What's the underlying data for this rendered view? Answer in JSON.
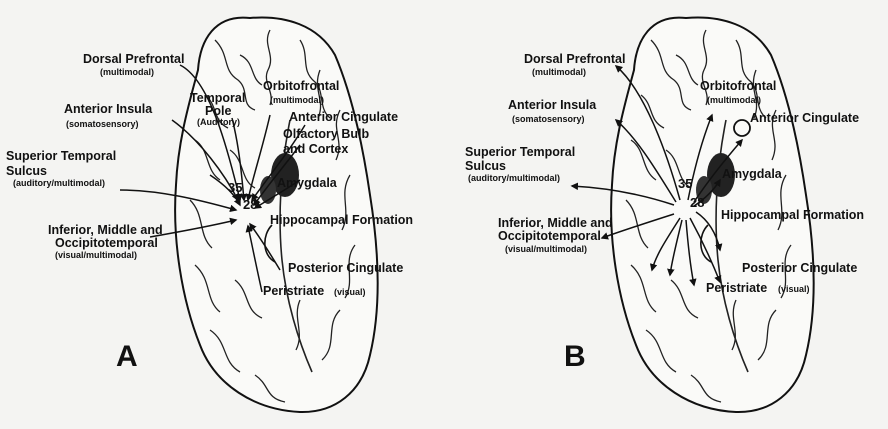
{
  "panels": [
    {
      "letter": "A",
      "labels": {
        "dorsal_prefrontal": "Dorsal Prefrontal",
        "dorsal_prefrontal_sub": "(multimodal)",
        "orbitofrontal": "Orbitofrontal",
        "orbitofrontal_sub": "(multimodal)",
        "temporal": "Temporal",
        "pole": "Pole",
        "temporal_pole_sub": "(Auditory)",
        "anterior_cingulate": "Anterior Cingulate",
        "anterior_insula": "Anterior Insula",
        "anterior_insula_sub": "(somatosensory)",
        "olfactory_bulb": "Olfactory Bulb",
        "and_cortex": "and Cortex",
        "superior_temporal": "Superior Temporal",
        "sulcus": "Sulcus",
        "superior_temporal_sub": "(auditory/multimodal)",
        "amygdala": "Amygdala",
        "area_35": "35",
        "area_28": "28",
        "hippocampal_formation": "Hippocampal Formation",
        "inferior_middle": "Inferior, Middle and",
        "occipitotemporal": "Occipitotemporal",
        "occipitotemporal_sub": "(visual/multimodal)",
        "posterior_cingulate": "Posterior Cingulate",
        "peristriate": "Peristriate",
        "peristriate_sub": "(visual)"
      }
    },
    {
      "letter": "B",
      "labels": {
        "dorsal_prefrontal": "Dorsal Prefrontal",
        "dorsal_prefrontal_sub": "(multimodal)",
        "orbitofrontal": "Orbitofrontal",
        "orbitofrontal_sub": "(multimodal)",
        "anterior_insula": "Anterior Insula",
        "anterior_insula_sub": "(somatosensory)",
        "anterior_cingulate": "Anterior Cingulate",
        "superior_temporal": "Superior Temporal",
        "sulcus": "Sulcus",
        "superior_temporal_sub": "(auditory/multimodal)",
        "amygdala": "Amygdala",
        "area_35": "35",
        "area_28": "28",
        "hippocampal_formation": "Hippocampal Formation",
        "inferior_middle": "Inferior, Middle and",
        "occipitotemporal": "Occipitotemporal",
        "occipitotemporal_sub": "(visual/multimodal)",
        "posterior_cingulate": "Posterior Cingulate",
        "peristriate": "Peristriate",
        "peristriate_sub": "(visual)"
      }
    }
  ]
}
